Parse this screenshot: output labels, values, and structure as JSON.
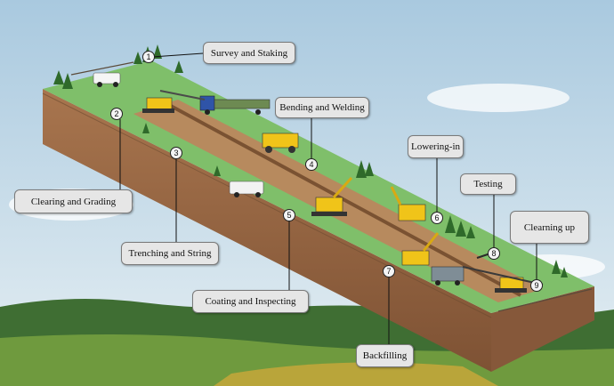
{
  "steps": [
    {
      "num": "1",
      "label": "Survey and Staking"
    },
    {
      "num": "2",
      "label": "Clearing and Grading"
    },
    {
      "num": "3",
      "label": "Trenching and String"
    },
    {
      "num": "4",
      "label": "Bending and  Welding"
    },
    {
      "num": "5",
      "label": "Coating and Inspecting"
    },
    {
      "num": "6",
      "label": "Lowering-in"
    },
    {
      "num": "7",
      "label": "Backfilling"
    },
    {
      "num": "8",
      "label": "Testing"
    },
    {
      "num": "9",
      "label": "Clearning up"
    }
  ],
  "colors": {
    "sky_top": "#a9c9df",
    "sky_bottom": "#e6eff3",
    "grass": "#7fbf6a",
    "soil_side": "#9b6a45",
    "dirt_path": "#b78a5e",
    "machine_yellow": "#f0c419",
    "trees": "#2f6a2a"
  }
}
